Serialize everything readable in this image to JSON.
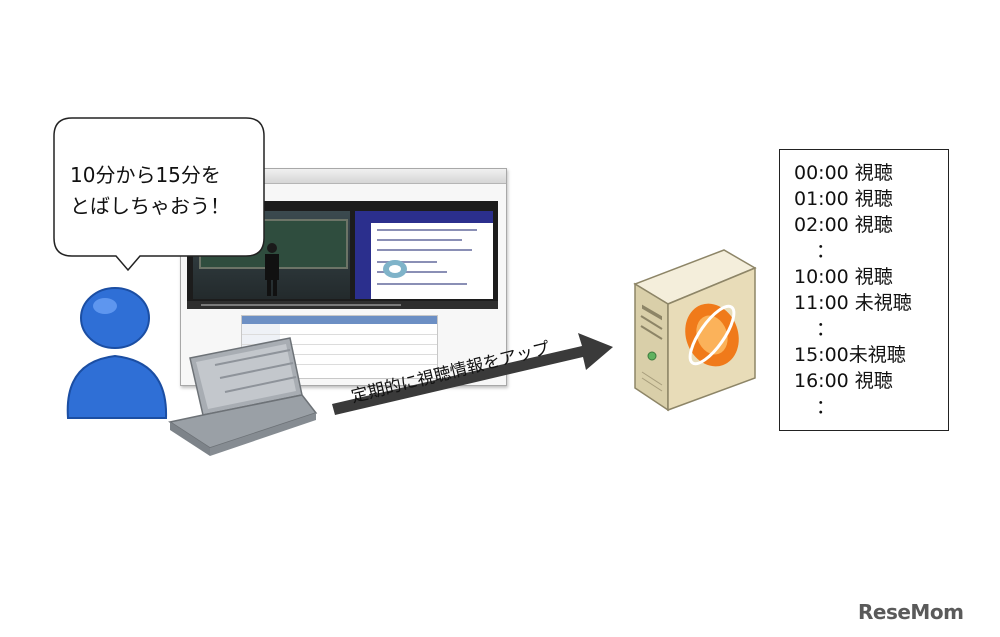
{
  "bubble": {
    "line1": "10分から15分を",
    "line2": "とばしちゃおう！"
  },
  "arrow": {
    "label": "定期的に視聴情報をアップ"
  },
  "status_list": [
    "00:00 視聴",
    "01:00 視聴",
    "02:00 視聴",
    "：",
    "10:00 視聴",
    "11:00 未視聴",
    "：",
    "15:00未視聴",
    "16:00 視聴",
    "："
  ],
  "logo": {
    "text": "ReseMom"
  },
  "colors": {
    "person_blue": "#2f6fd6",
    "arrow": "#3a3a3a",
    "server_beige": "#e8dcb8",
    "server_orange": "#f07a1a",
    "slide_navy": "#2b2f8d"
  }
}
